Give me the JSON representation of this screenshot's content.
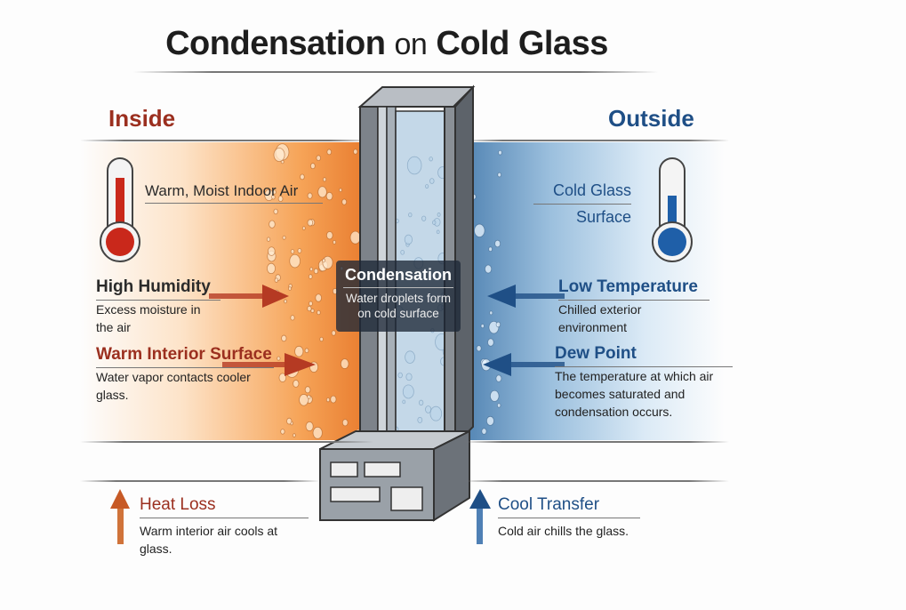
{
  "title": {
    "main1": "Condensation",
    "on": "on",
    "main2": "Cold Glass"
  },
  "inside": {
    "label": "Inside",
    "air": "Warm, Moist Indoor Air",
    "humidity": {
      "title": "High Humidity",
      "desc": "Excess moisture in the air"
    },
    "surface": {
      "title": "Warm Interior Surface",
      "desc": "Water vapor contacts cooler glass."
    },
    "heat_loss": {
      "title": "Heat Loss",
      "desc": "Warm interior air cools at glass."
    }
  },
  "outside": {
    "label": "Outside",
    "glass_line1": "Cold Glass",
    "glass_line2": "Surface",
    "low_temp": {
      "title": "Low Temperature",
      "desc": "Chilled exterior environment"
    },
    "dew_point": {
      "title": "Dew Point",
      "desc1": "The temperature at which air",
      "desc2": "becomes saturated and",
      "desc3": "condensation occurs."
    },
    "cool_transfer": {
      "title": "Cool Transfer",
      "desc": "Cold air chills the glass."
    }
  },
  "condensation": {
    "title": "Condensation",
    "desc1": "Water droplets form",
    "desc2": "on cold surface"
  },
  "colors": {
    "warm": "#9b2f1f",
    "cold": "#1f4f86",
    "orange": "#e7782a",
    "arrow_red": "#b53a23",
    "arrow_blue": "#1f4f86"
  }
}
